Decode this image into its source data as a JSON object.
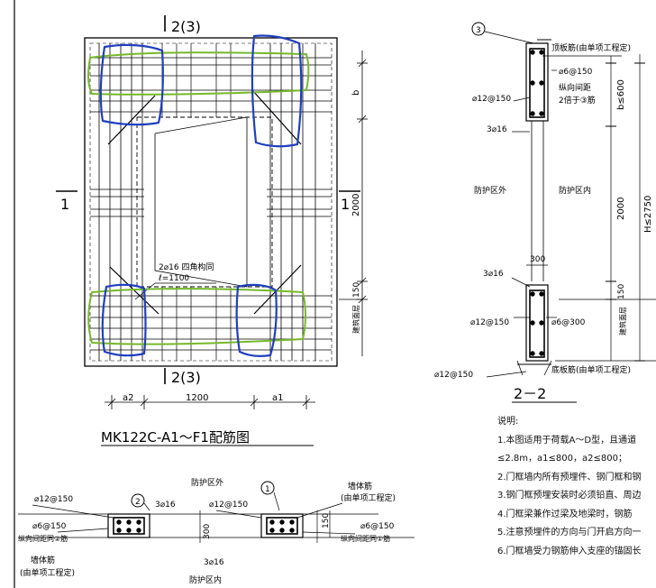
{
  "main_view": {
    "section_top_label": "2(3)",
    "section_bottom_label": "2(3)",
    "section_left_label": "1",
    "section_right_label": "1",
    "dim_b": "b",
    "dim_2000": "2000",
    "dim_150": "150",
    "floor_label": "建筑面层",
    "diag_bar_note_line1": "2⌀16 四角构同",
    "diag_bar_note_line2": "ℓ=1100",
    "dim_a2": "a2",
    "dim_1200": "1200",
    "dim_a1": "a1",
    "title": "MK122C-A1～F1配筋图"
  },
  "section_22": {
    "marker_3": "3",
    "top_slab_label": "顶板筋(由单项工程定)",
    "stirrup_label": "⌀6@150",
    "long_spacing_line1": "纵向间距",
    "long_spacing_line2": "2倍于③筋",
    "bar_12_top": "⌀12@150",
    "bar_3_16_top": "3⌀16",
    "outside_label": "防护区外",
    "inside_label": "防护区内",
    "dim_300": "300",
    "bar_3_16_bottom": "3⌀16",
    "bar_12_bottom_left": "⌀12@150",
    "stirrup_bottom": "⌀6@300",
    "bar_12_bottom_far": "⌀12@150",
    "bottom_slab_label": "底板筋(由单项工程定)",
    "dim_b600": "b≤600",
    "dim_2000": "2000",
    "dim_H": "H≤2750",
    "dim_150": "150",
    "floor_label": "建筑面层",
    "title": "2－2"
  },
  "section_11": {
    "outside_label": "防护区外",
    "inside_label": "防护区内",
    "marker_2": "2",
    "marker_1": "1",
    "bar_12_left": "⌀12@150",
    "bar_3_16_left": "3⌀16",
    "bar_12_mid": "⌀12@150",
    "wall_bar_line1": "墙体筋",
    "wall_bar_line2": "(由单项工程定)",
    "stirrup_left": "⌀6@150",
    "long_spacing_left": "纵向间距同②筋",
    "dim_300": "300",
    "bar_3_16_mid": "3⌀16",
    "dim_150": "150",
    "stirrup_right": "⌀6@150",
    "long_spacing_right": "纵向间距同①筋",
    "wall_bar_left_line1": "墙体筋",
    "wall_bar_left_line2": "(由单项工程定)"
  },
  "notes": {
    "heading": "说明:",
    "items": [
      "1.本图适用于荷载A～D型，且通道",
      "≤2.8m，a1≤800，a2≤800；",
      "2.门框墙内所有预埋件、钢门框和钢",
      "3.钢门框预埋安装时必须铅直、周边",
      "4.门框梁兼作过梁及地梁时，钢筋",
      "5.注意预埋件的方向与门开启方向一",
      "6.门框墙受力钢筋伸入支座的锚固长"
    ]
  },
  "markup": {
    "blue": "#1f3fbf",
    "green": "#76b82a"
  }
}
